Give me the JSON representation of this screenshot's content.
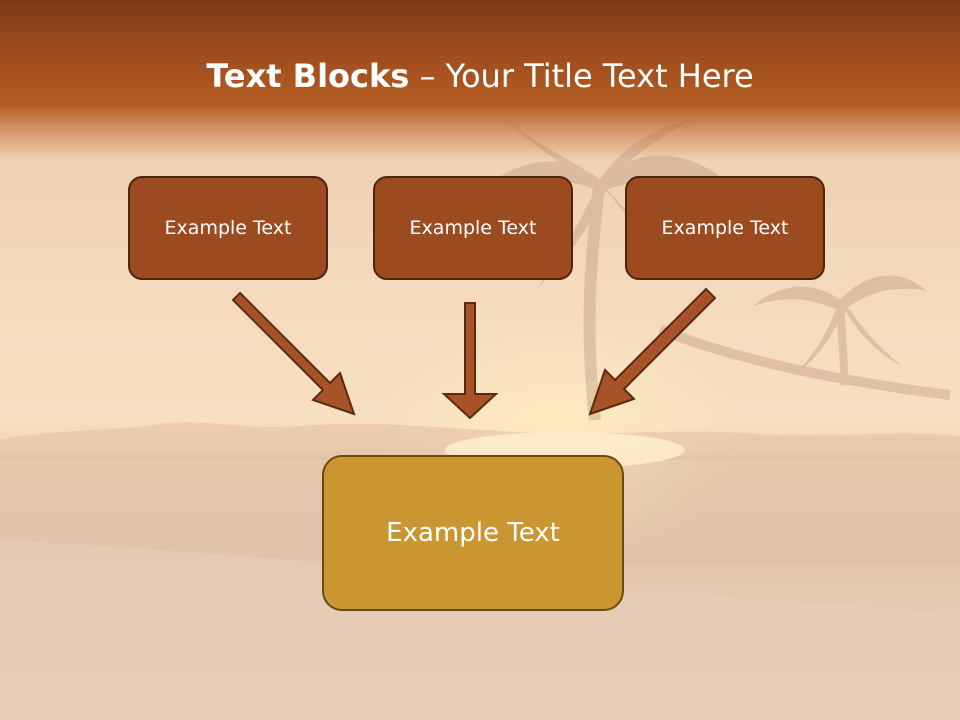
{
  "title": {
    "bold": "Text Blocks",
    "dash": " – ",
    "rest": "Your Title Text Here"
  },
  "source_boxes": [
    {
      "label": "Example Text"
    },
    {
      "label": "Example Text"
    },
    {
      "label": "Example Text"
    }
  ],
  "target_box": {
    "label": "Example Text"
  },
  "colors": {
    "header": "#9b4a1c",
    "source_box_fill": "#9c4a1f",
    "target_box_fill": "#c99632",
    "arrow_fill": "#a85227"
  },
  "background": "tropical-beach-sunset-with-palm-trees"
}
